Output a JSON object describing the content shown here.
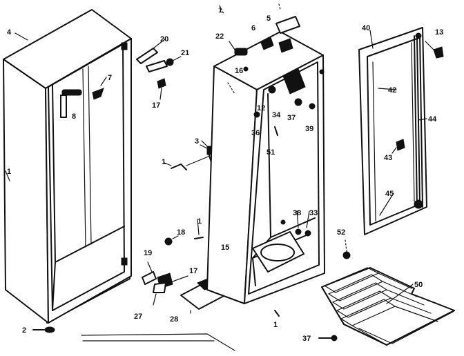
{
  "colors": {
    "ink": "#111111",
    "paper": "#ffffff"
  },
  "callouts": {
    "c1_top": "1",
    "c1_left": "1",
    "c1_mid": "1",
    "c1_lower": "1",
    "c1_bottom": "1",
    "c2": "2",
    "c3": "3",
    "c4": "4",
    "c5": "5",
    "c6": "6",
    "c7": "7",
    "c8": "8",
    "c12": "12",
    "c13": "13",
    "c15": "15",
    "c16": "16",
    "c17_top": "17",
    "c17_bottom": "17",
    "c18": "18",
    "c19": "19",
    "c20": "20",
    "c21": "21",
    "c22": "22",
    "c27": "27",
    "c28": "28",
    "c33": "33",
    "c34": "34",
    "c36": "36",
    "c37_upper": "37",
    "c37_lower": "37",
    "c38": "38",
    "c39": "39",
    "c40": "40",
    "c42": "42",
    "c43": "43",
    "c44": "44",
    "c45": "45",
    "c50": "50",
    "c51": "51",
    "c52": "52"
  }
}
